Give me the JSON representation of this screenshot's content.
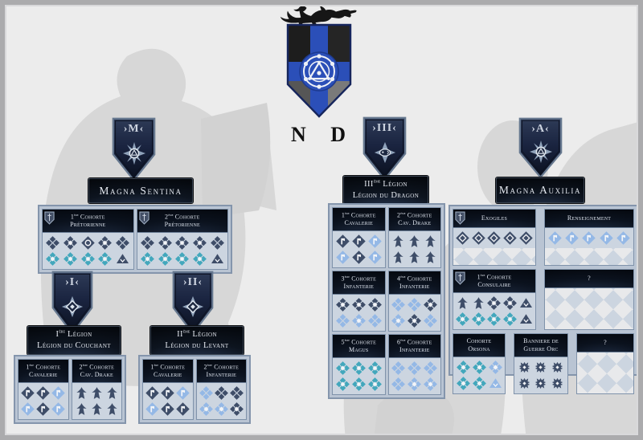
{
  "crest": {
    "name": "N D",
    "icon": "dragon-crest",
    "shield_colors": {
      "blue": "#2b4fb8",
      "black": "#1d1d1d",
      "gray_left": "#565656",
      "gray_right": "#7a7a7a"
    }
  },
  "palette": {
    "rank_dark": "#3e4d68",
    "rank_teal": "#42a7bc",
    "rank_light": "#94b8e6",
    "rank_vacant": "#e7e9ec",
    "panel_bg": "#ccd5e0",
    "panel_border": "#7f92aa",
    "container_border": "#8495ac",
    "header_text": "#dde3ec"
  },
  "groups": {
    "sentina": {
      "glyph": "›M‹",
      "emblem": "star-compass",
      "title": "Magna Sentina",
      "units": [
        {
          "id": "cohorte-1-pretorienne",
          "num": "1",
          "ord": "ère",
          "name": "Cohorte",
          "sub": "Prétorienne",
          "badge": true,
          "cols": 5,
          "icons": [
            "d.cluster",
            "d.core",
            "d.medal",
            "d.core",
            "d.cluster",
            "t.core",
            "t.core",
            "t.core",
            "t.core",
            "d.officer"
          ]
        },
        {
          "id": "cohorte-2-pretorienne",
          "num": "2",
          "ord": "ème",
          "name": "Cohorte",
          "sub": "Prétorienne",
          "badge": true,
          "cols": 5,
          "icons": [
            "d.cluster",
            "d.core",
            "d.core",
            "d.core",
            "d.cluster",
            "t.core",
            "t.core",
            "t.core",
            "t.core",
            "d.officer"
          ]
        }
      ]
    },
    "legion1": {
      "glyph": "›I‹",
      "emblem": "ornate-diamond",
      "num": "I",
      "ord": "ère",
      "word": "Légion",
      "sub": "Légion du Couchant",
      "units": [
        {
          "id": "l1-cohorte-1-cavalerie",
          "num": "1",
          "ord": "ère",
          "name": "Cohorte",
          "sub": "Cavalerie",
          "cols": 3,
          "icons": [
            "d.cav",
            "d.cav",
            "l.cav",
            "l.cav",
            "d.cav",
            "l.cav"
          ]
        },
        {
          "id": "l1-cohorte-2-cav-drake",
          "num": "2",
          "ord": "ème",
          "name": "Cohorte",
          "sub": "Cav. Drake",
          "cols": 3,
          "icons": [
            "d.drake",
            "d.drake",
            "d.drake",
            "d.drake",
            "d.drake",
            "d.drake"
          ]
        }
      ]
    },
    "legion2": {
      "glyph": "›II‹",
      "emblem": "ornate-diamond",
      "num": "II",
      "ord": "ème",
      "word": "Légion",
      "sub": "Légion du Levant",
      "units": [
        {
          "id": "l2-cohorte-1-cavalerie",
          "num": "1",
          "ord": "ère",
          "name": "Cohorte",
          "sub": "Cavalerie",
          "cols": 3,
          "icons": [
            "d.cav",
            "d.cav",
            "l.cav",
            "l.cav",
            "d.cav",
            "d.cav"
          ]
        },
        {
          "id": "l2-cohorte-2-infanterie",
          "num": "2",
          "ord": "ème",
          "name": "Cohorte",
          "sub": "Infanterie",
          "cols": 3,
          "icons": [
            "l.cluster",
            "d.cluster",
            "d.cluster",
            "l.core",
            "l.core",
            "d.core"
          ]
        }
      ]
    },
    "legion3": {
      "glyph": "›III‹",
      "emblem": "dragon-sigil",
      "num": "III",
      "ord": "ème",
      "word": "Légion",
      "sub": "Légion du Dragon",
      "units": [
        {
          "id": "l3-cohorte-1-cavalerie",
          "num": "1",
          "ord": "ère",
          "name": "Cohorte",
          "sub": "Cavalerie",
          "cols": 3,
          "icons": [
            "d.cav",
            "d.cav",
            "l.cav",
            "l.cav",
            "d.cav",
            "l.cav"
          ]
        },
        {
          "id": "l3-cohorte-2-cav-drake",
          "num": "2",
          "ord": "ème",
          "name": "Cohorte",
          "sub": "Cav. Drake",
          "cols": 3,
          "icons": [
            "d.drake",
            "d.drake",
            "d.drake",
            "d.drake",
            "d.drake",
            "d.drake"
          ]
        },
        {
          "id": "l3-cohorte-3-infanterie",
          "num": "3",
          "ord": "ème",
          "name": "Cohorte",
          "sub": "Infanterie",
          "cols": 3,
          "icons": [
            "d.core",
            "d.core",
            "d.core",
            "l.cluster",
            "l.core",
            "l.cluster"
          ]
        },
        {
          "id": "l3-cohorte-4-infanterie",
          "num": "4",
          "ord": "ème",
          "name": "Cohorte",
          "sub": "Infanterie",
          "cols": 3,
          "icons": [
            "l.cluster",
            "l.cluster",
            "d.core",
            "l.core",
            "d.core",
            "l.cluster"
          ]
        },
        {
          "id": "l3-cohorte-5-magus",
          "num": "5",
          "ord": "ème",
          "name": "Cohorte",
          "sub": "Magus",
          "cols": 3,
          "icons": [
            "t.core",
            "t.core",
            "t.core",
            "t.core",
            "t.core",
            "t.core"
          ]
        },
        {
          "id": "l3-cohorte-6-infanterie",
          "num": "6",
          "ord": "ème",
          "name": "Cohorte",
          "sub": "Infanterie",
          "cols": 3,
          "icons": [
            "l.cluster",
            "l.cluster",
            "l.cluster",
            "l.cluster",
            "l.core",
            "l.core"
          ]
        }
      ]
    },
    "auxilia": {
      "glyph": "›A‹",
      "emblem": "star-compass",
      "title": "Magna Auxilia",
      "rows": [
        [
          {
            "id": "exogiles",
            "name": "Exogiles",
            "badge": true,
            "cols": 5,
            "w": 104,
            "ph": 1,
            "icons": [
              "d.ring",
              "d.ring",
              "d.ring",
              "d.ring",
              "d.ring"
            ]
          },
          {
            "id": "renseignement",
            "name": "Renseignement",
            "cols": 5,
            "w": 112,
            "ph": 1,
            "icons": [
              "l.cav",
              "l.cav",
              "l.cav",
              "l.cav",
              "l.cav"
            ]
          }
        ],
        [
          {
            "id": "cohorte-1-consulaire",
            "num": "1",
            "ord": "ère",
            "name": "Cohorte",
            "sub": "Consulaire",
            "badge": true,
            "cols": 5,
            "w": 104,
            "icons": [
              "d.drake",
              "d.drake",
              "d.core",
              "d.core",
              "d.officer",
              "t.core",
              "t.core",
              "t.core",
              "t.core",
              "d.officer"
            ]
          },
          {
            "id": "unknown-unit-1",
            "name": "?",
            "w": 112,
            "ph": 2,
            "icons": []
          }
        ],
        [
          {
            "id": "cohorte-orsona",
            "name": "Cohorte",
            "sub": "Orsona",
            "cols": 3,
            "w": 66,
            "icons": [
              "t.core",
              "t.core",
              "l.core",
              "t.core",
              "t.core",
              "l.officer"
            ]
          },
          {
            "id": "banniere-de-guerre-orc",
            "name": "Banniere de",
            "sub": "Guerre Orc",
            "cols": 3,
            "w": 68,
            "icons": [
              "d.orc",
              "d.orc",
              "d.orc",
              "d.orc",
              "d.orc",
              "d.orc"
            ]
          },
          {
            "id": "unknown-unit-2",
            "name": "?",
            "w": 72,
            "ph": 2,
            "icons": []
          }
        ]
      ]
    }
  }
}
